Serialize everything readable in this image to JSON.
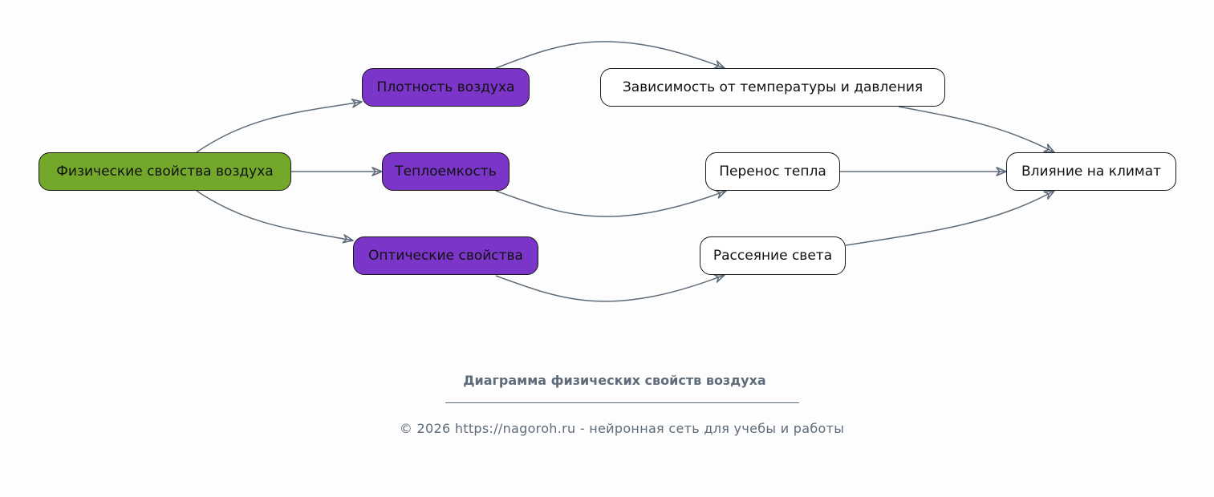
{
  "diagram": {
    "nodes": {
      "root": "Физические свойства воздуха",
      "density": "Плотность воздуха",
      "heat_capacity": "Теплоемкость",
      "optical": "Оптические свойства",
      "temp_pressure": "Зависимость от температуры и давления",
      "heat_transfer": "Перенос тепла",
      "light_scattering": "Рассеяние света",
      "climate": "Влияние на климат"
    },
    "edges": [
      [
        "root",
        "density"
      ],
      [
        "root",
        "heat_capacity"
      ],
      [
        "root",
        "optical"
      ],
      [
        "density",
        "temp_pressure"
      ],
      [
        "heat_capacity",
        "heat_transfer"
      ],
      [
        "optical",
        "light_scattering"
      ],
      [
        "temp_pressure",
        "climate"
      ],
      [
        "heat_transfer",
        "climate"
      ],
      [
        "light_scattering",
        "climate"
      ]
    ]
  },
  "colors": {
    "root_fill": "#73a82a",
    "category_fill": "#7b35c9",
    "leaf_fill": "#ffffff",
    "edge": "#5e6b79",
    "footer_text": "#5e6b79"
  },
  "footer": {
    "title": "Диаграмма физических свойств воздуха",
    "copyright": "© 2026 https://nagoroh.ru - нейронная сеть для учебы и работы"
  }
}
